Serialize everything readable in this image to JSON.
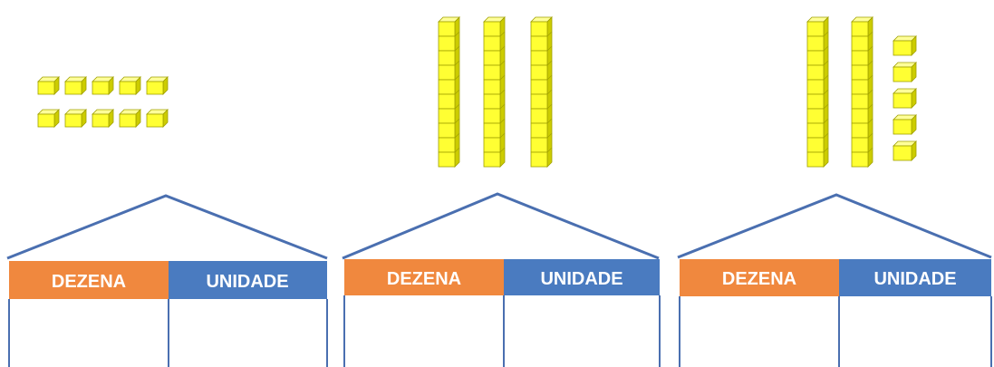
{
  "colors": {
    "dezena": "#F0883E",
    "unidade": "#4A7BC0",
    "outline": "#4A6FB0",
    "cube_face": "#FFFF33",
    "cube_top": "#FFFF99",
    "cube_side": "#CCCC00",
    "cube_edge": "#A0A000"
  },
  "houses": [
    {
      "label_left": "DEZENA",
      "label_right": "UNIDADE",
      "rods": 0,
      "units": 10,
      "value": 10
    },
    {
      "label_left": "DEZENA",
      "label_right": "UNIDADE",
      "rods": 3,
      "units": 0,
      "value": 30
    },
    {
      "label_left": "DEZENA",
      "label_right": "UNIDADE",
      "rods": 2,
      "units": 5,
      "value": 25
    }
  ]
}
